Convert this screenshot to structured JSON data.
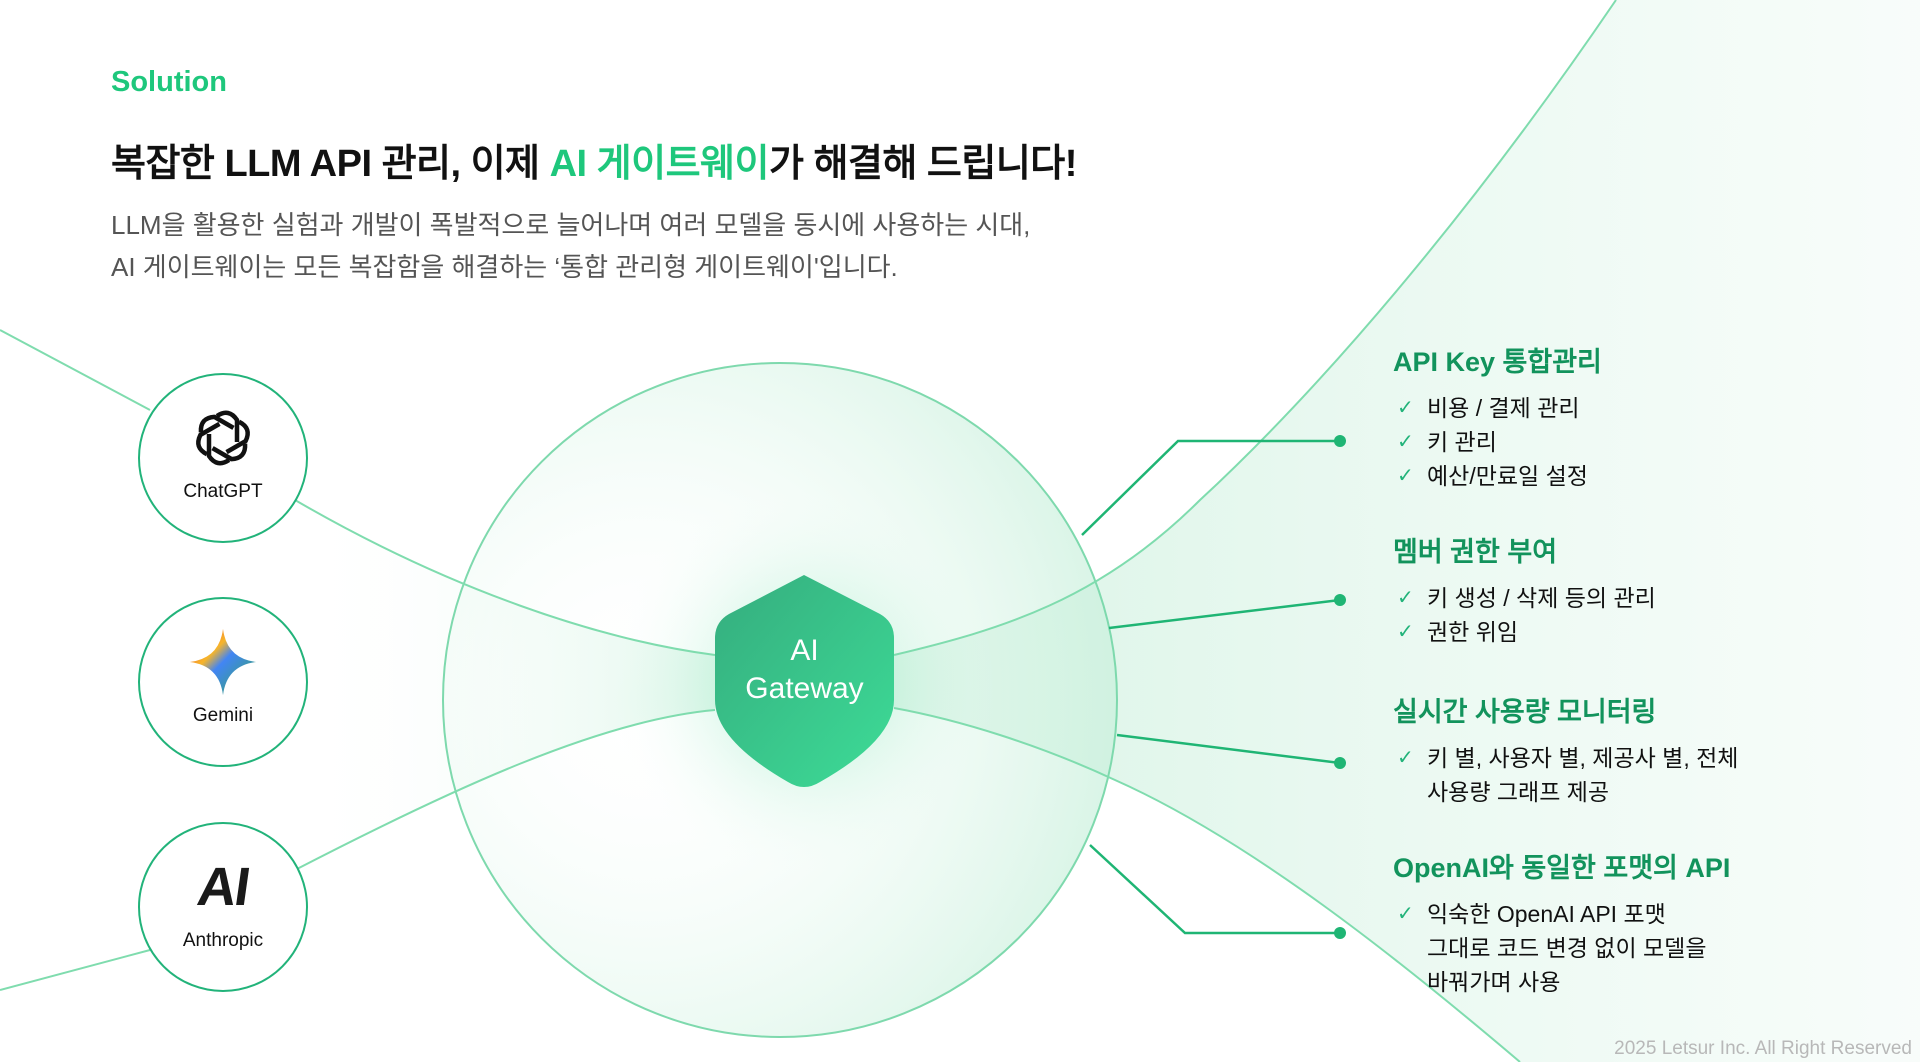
{
  "header": {
    "eyebrow": "Solution",
    "title_prefix": "복잡한 LLM API 관리, 이제 ",
    "title_highlight": "AI 게이트웨이",
    "title_suffix": "가 해결해 드립니다!",
    "subtitle_line1": "LLM을 활용한 실험과 개발이 폭발적으로 늘어나며 여러 모델을 동시에 사용하는 시대,",
    "subtitle_line2": "AI 게이트웨이는 모든 복잡함을 해결하는 ‘통합 관리형 게이트웨이'입니다."
  },
  "providers": [
    {
      "name": "ChatGPT",
      "icon": "openai-logo-icon"
    },
    {
      "name": "Gemini",
      "icon": "gemini-star-icon"
    },
    {
      "name": "Anthropic",
      "icon": "anthropic-logo-icon",
      "logo_text": "AI"
    }
  ],
  "gateway": {
    "line1": "AI",
    "line2": "Gateway"
  },
  "features": [
    {
      "title": "API Key 통합관리",
      "items": [
        "비용 / 결제 관리",
        "키 관리",
        "예산/만료일 설정"
      ]
    },
    {
      "title": "멤버 권한 부여",
      "items": [
        "키 생성 / 삭제 등의 관리",
        "권한 위임"
      ]
    },
    {
      "title": "실시간 사용량 모니터링",
      "items": [
        "키 별, 사용자 별, 제공사 별, 전체\n사용량 그래프 제공"
      ]
    },
    {
      "title": "OpenAI와 동일한 포맷의 API",
      "items": [
        "익숙한 OpenAI API 포맷\n그대로 코드 변경 없이 모델을\n바꿔가며 사용"
      ]
    }
  ],
  "check_glyph": "✓",
  "footer": "2025 Letsur Inc. All Right Reserved",
  "colors": {
    "accent": "#1ec77c",
    "heading_green": "#12935c",
    "line": "#22b37a"
  }
}
